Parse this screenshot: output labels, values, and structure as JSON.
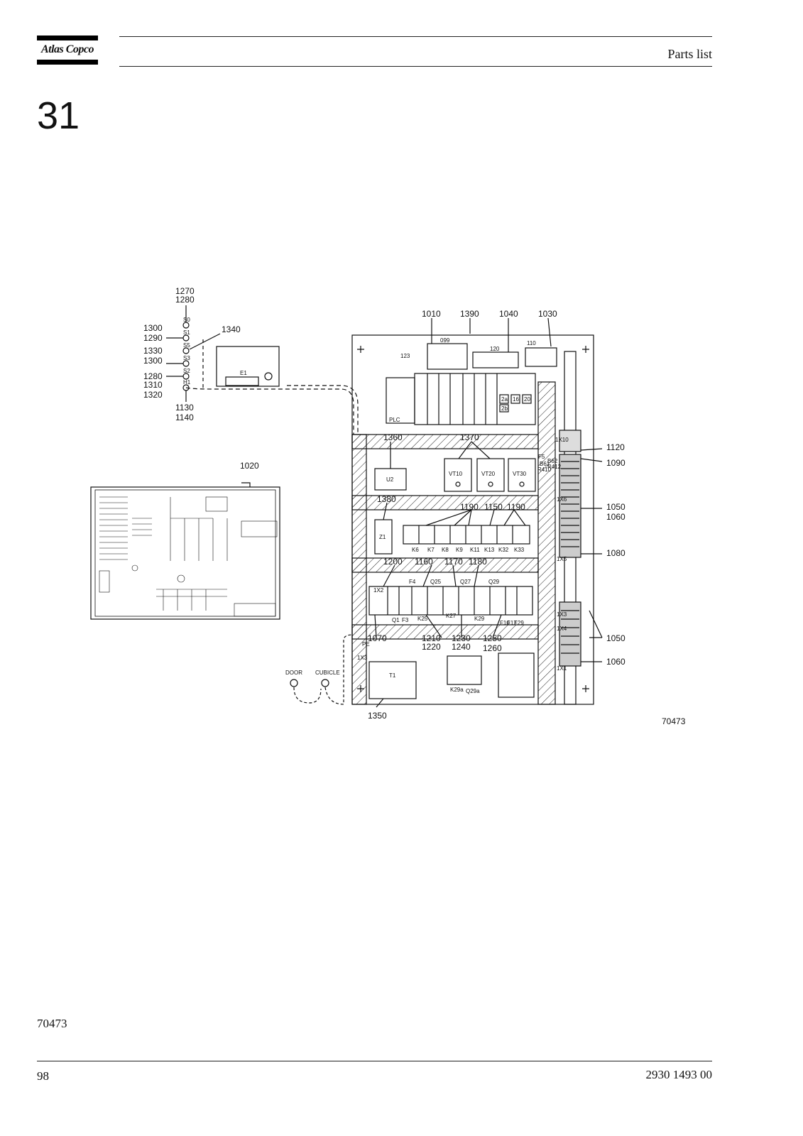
{
  "header": {
    "logo_text": "Atlas Copco",
    "section_title": "Parts list"
  },
  "chapter_number": "31",
  "figure": {
    "drawing_number": "70473",
    "callouts": {
      "c1270": "1270",
      "c1280a": "1280",
      "c1300a": "1300",
      "c1290": "1290",
      "c1330": "1330",
      "c1300b": "1300",
      "c1280b": "1280",
      "c1310": "1310",
      "c1320": "1320",
      "c1130": "1130",
      "c1140": "1140",
      "c1340": "1340",
      "c1020": "1020",
      "c1010": "1010",
      "c1390": "1390",
      "c1040": "1040",
      "c1030": "1030",
      "c1360": "1360",
      "c1370": "1370",
      "c1120": "1120",
      "c1090": "1090",
      "c1380": "1380",
      "c1190a": "1190",
      "c1150": "1150",
      "c1190b": "1190",
      "c1050a": "1050",
      "c1060a": "1060",
      "c1080": "1080",
      "c1200": "1200",
      "c1160": "1160",
      "c1170": "1170",
      "c1180": "1180",
      "c1070": "1070",
      "c1210": "1210",
      "c1220": "1220",
      "c1230": "1230",
      "c1240": "1240",
      "c1250": "1250",
      "c1260": "1260",
      "c1050b": "1050",
      "c1060b": "1060",
      "c1350": "1350"
    },
    "component_labels": {
      "s0": "S0",
      "s1": "S1",
      "s5": "S5",
      "s3": "S3",
      "s2": "S2",
      "h1": "H1",
      "e1": "E1",
      "u099": "099",
      "u123": "123",
      "u120": "120",
      "u110": "110",
      "plc": "PLC",
      "u2a": "2a",
      "u2b": "2b",
      "u16": "16",
      "u20": "20",
      "u2": "U2",
      "vt10": "VT10",
      "vt20": "VT20",
      "vt30": "VT30",
      "f5": "F5",
      "b61": "B61",
      "b62": "B62",
      "r410": "R410",
      "r412": "R412",
      "z1": "Z1",
      "k6": "K6",
      "k7": "K7",
      "k8": "K8",
      "k9": "K9",
      "k11": "K11",
      "k13": "K13",
      "k32": "K32",
      "k33": "K33",
      "x2": "1X2",
      "f4": "F4",
      "q25": "Q25",
      "q27": "Q27",
      "q29": "Q29",
      "q1": "Q1",
      "f3": "F3",
      "k25": "K25",
      "k27": "K27",
      "k29": "K29",
      "f10": "F10",
      "f17": "F17",
      "f29": "F29",
      "x1": "1X1",
      "x3_side": "1X3",
      "x4": "1X4",
      "x5": "1X5",
      "x6": "1X6",
      "x10": "1X10",
      "pe": "PE",
      "x3": "1X3",
      "t1": "T1",
      "k29a": "K29a",
      "q29a": "Q29a",
      "door": "DOOR",
      "cubicle": "CUBICLE"
    }
  },
  "footer": {
    "drawing_ref": "70473",
    "page_number": "98",
    "document_number": "2930 1493 00"
  }
}
